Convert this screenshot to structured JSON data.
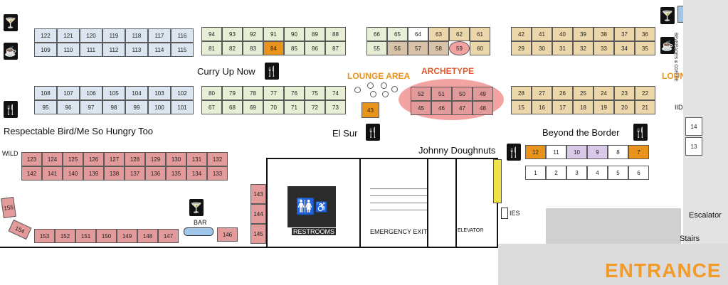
{
  "map": {
    "entrance_label": "ENTRANCE",
    "escalator_label": "Escalator",
    "stairs_label": "Stairs",
    "restrooms_label": "RESTROOMS",
    "emergency_exit_label": "EMERGENCY EXIT",
    "elevator_label": "ELEVATOR",
    "ies_label": "IES",
    "iida_label": "IIDA",
    "wild_label": "WILD",
    "bar_label": "BAR",
    "beverages_label": "BEVERAGES & COFFEE",
    "lounge_area_label": "LOUNGE AREA",
    "lounge_area_right_label": "LOUNGE AREA",
    "archetype_label": "ARCHETYPE",
    "vendors": {
      "curry_up_now": "Curry Up Now",
      "respectable_bird": "Respectable Bird/Me So Hungry Too",
      "el_sur": "El Sur",
      "johnny_doughnuts": "Johnny Doughnuts",
      "beyond_the_border": "Beyond the Border"
    },
    "booth_groups": {
      "blue_top_row1": [
        "122",
        "121",
        "120",
        "119",
        "118",
        "117",
        "116"
      ],
      "blue_top_row2": [
        "109",
        "110",
        "111",
        "112",
        "113",
        "114",
        "115"
      ],
      "blue_mid_row1": [
        "108",
        "107",
        "106",
        "105",
        "104",
        "103",
        "102"
      ],
      "blue_mid_row2": [
        "95",
        "96",
        "97",
        "98",
        "99",
        "100",
        "101"
      ],
      "green_top_row1": [
        "94",
        "93",
        "92",
        "91",
        "90",
        "89",
        "88"
      ],
      "green_top_row2": [
        "81",
        "82",
        "83",
        "84",
        "85",
        "86",
        "87"
      ],
      "green_mid_row1": [
        "80",
        "79",
        "78",
        "77",
        "76",
        "75",
        "74"
      ],
      "green_mid_row2": [
        "67",
        "68",
        "69",
        "70",
        "71",
        "72",
        "73"
      ],
      "center_top_row1": [
        "66",
        "65",
        "64",
        "63",
        "62",
        "61"
      ],
      "center_top_row2": [
        "55",
        "56",
        "57",
        "58",
        "59",
        "60"
      ],
      "archetype_row1": [
        "52",
        "51",
        "50",
        "49"
      ],
      "archetype_row2": [
        "45",
        "46",
        "47",
        "48"
      ],
      "tan_top_row1": [
        "42",
        "41",
        "40",
        "39",
        "38",
        "37",
        "36"
      ],
      "tan_top_row2": [
        "29",
        "30",
        "31",
        "32",
        "33",
        "34",
        "35"
      ],
      "tan_mid_row1": [
        "28",
        "27",
        "26",
        "25",
        "24",
        "23",
        "22"
      ],
      "tan_mid_row2": [
        "15",
        "16",
        "17",
        "18",
        "19",
        "20",
        "21"
      ],
      "right_col": [
        "14",
        "13"
      ],
      "small_row1": [
        "12",
        "11",
        "10",
        "9",
        "8",
        "7"
      ],
      "small_row2": [
        "1",
        "2",
        "3",
        "4",
        "5",
        "6"
      ],
      "wild_row1": [
        "123",
        "124",
        "125",
        "126",
        "127",
        "128",
        "129",
        "130",
        "131",
        "132"
      ],
      "wild_row2": [
        "142",
        "141",
        "140",
        "139",
        "138",
        "137",
        "136",
        "135",
        "134",
        "133"
      ],
      "bottom_row": [
        "153",
        "152",
        "151",
        "150",
        "149",
        "148",
        "147"
      ],
      "bottom_single": [
        "146"
      ],
      "col_143": [
        "143",
        "144",
        "145"
      ],
      "angled": [
        "155",
        "154"
      ],
      "single_43": [
        "43"
      ]
    },
    "highlighted_booths": [
      "84",
      "59",
      "43",
      "12",
      "7"
    ],
    "icon_names": {
      "cocktail": "cocktail-icon",
      "coffee": "coffee-cup-icon",
      "utensils": "fork-knife-icon",
      "restroom": "restroom-icon",
      "accessible": "wheelchair-icon"
    },
    "colors": {
      "blue_booth": "#dbe5ef",
      "green_booth": "#e6efd6",
      "tan_booth": "#ecd7ab",
      "salmon_booth": "#e39a9a",
      "orange_highlight": "#e8931c",
      "purple_booth": "#d9c8e8",
      "archetype_ellipse": "#f4a3a3",
      "yellow_bar": "#f2e24a",
      "bar_blue": "#9fc6e8"
    }
  }
}
